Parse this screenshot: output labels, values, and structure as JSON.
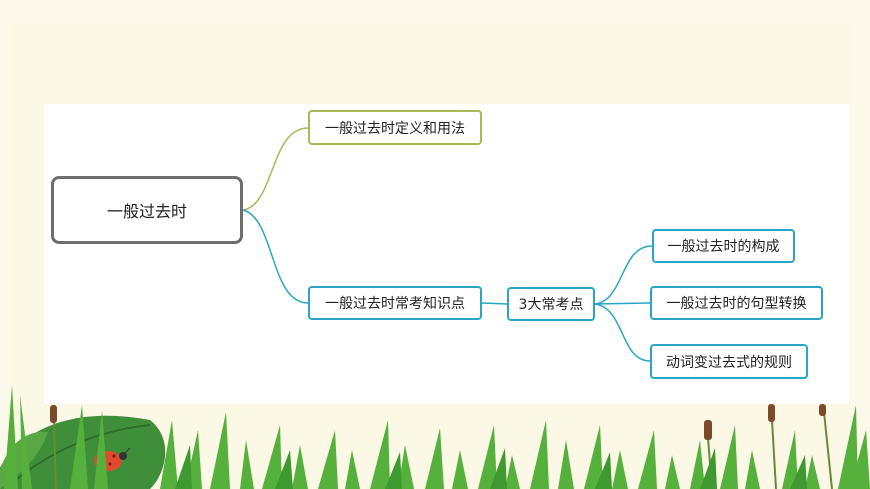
{
  "mindmap": {
    "root": "一般过去时",
    "definition": "一般过去时定义和用法",
    "knowledge_points": "一般过去时常考知识点",
    "three_points": "3大常考点",
    "children": [
      "一般过去时的构成",
      "一般过去时的句型转换",
      "动词变过去式的规则"
    ]
  },
  "colors": {
    "root_border": "#6e6e6e",
    "branch_olive": "#a9b95a",
    "branch_teal": "#2aa6c4",
    "grass": "#56b03c",
    "leaf": "#3f8f3a",
    "ladybug": "#e04a2e"
  }
}
